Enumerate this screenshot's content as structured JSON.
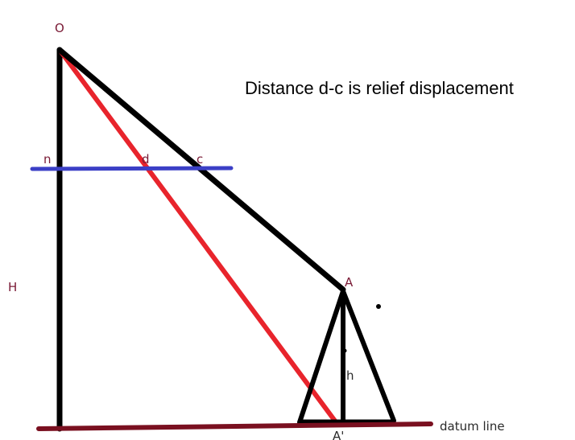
{
  "caption": "Distance d-c is relief displacement",
  "labels": {
    "O": "O",
    "n": "n",
    "d": "d",
    "c": "c",
    "H": "H",
    "A": "A",
    "h": "h",
    "A_prime": "A'",
    "datum": "datum line"
  },
  "colors": {
    "black": "#000000",
    "red": "#e8242c",
    "blue": "#3b3fc6",
    "datum": "#7a1020",
    "label": "#7a1a35",
    "caption": "#000000"
  }
}
